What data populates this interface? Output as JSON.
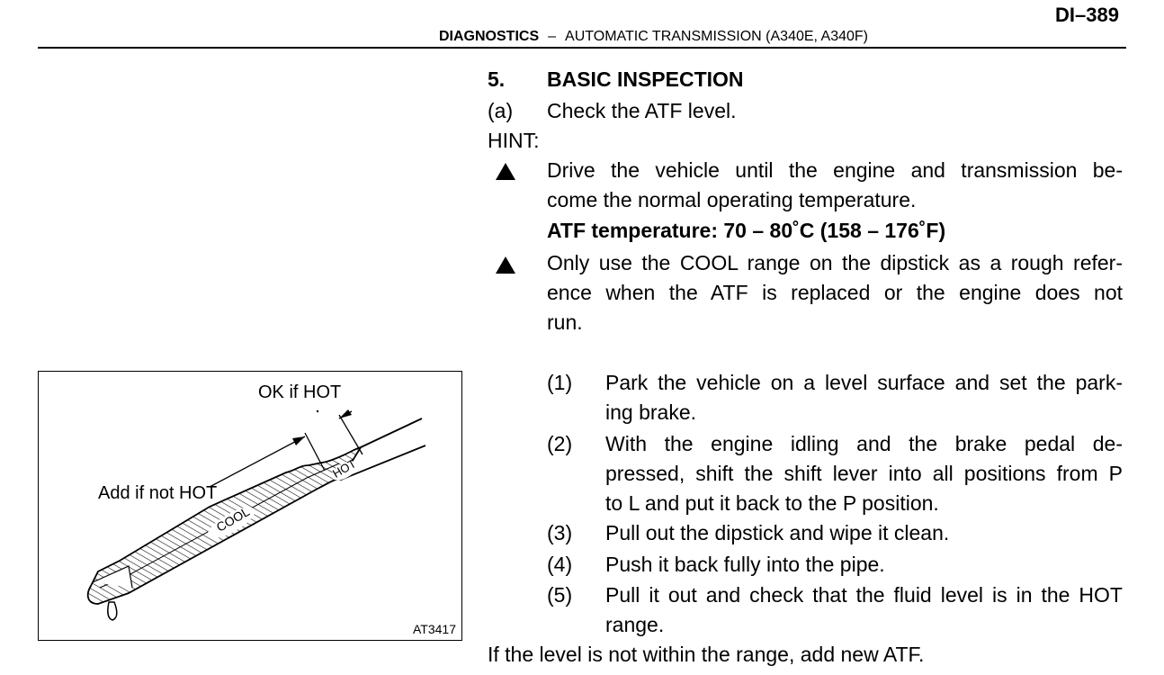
{
  "header": {
    "page_number": "DI–389",
    "section": "DIAGNOSTICS",
    "separator": "–",
    "subtitle": "AUTOMATIC TRANSMISSION (A340E, A340F)"
  },
  "section_heading": {
    "number": "5.",
    "title": "BASIC INSPECTION"
  },
  "step_a": {
    "label": "(a)",
    "text": "Check the ATF level."
  },
  "hint_label": "HINT:",
  "hints": [
    {
      "line1": "Drive the vehicle until the engine and transmission be-",
      "line2": "come the normal operating temperature.",
      "spec": "ATF temperature: 70 – 80˚C (158 – 176˚F)"
    },
    {
      "line1": "Only use the COOL range on the dipstick as a rough refer-",
      "line2": "ence when the ATF is replaced or the engine does not",
      "line3": "run."
    }
  ],
  "steps": [
    {
      "num": "(1)",
      "lines": [
        "Park the vehicle on a level surface and set the park-",
        "ing brake."
      ]
    },
    {
      "num": "(2)",
      "lines": [
        "With the engine idling and the brake pedal de-",
        "pressed, shift the shift lever into all positions from P",
        "to L and put it back to the P position."
      ]
    },
    {
      "num": "(3)",
      "lines": [
        "Pull out the dipstick and wipe it clean."
      ]
    },
    {
      "num": "(4)",
      "lines": [
        "Push it back fully into the pipe."
      ]
    },
    {
      "num": "(5)",
      "lines": [
        "Pull it out and check that the fluid level is in the HOT",
        "range."
      ]
    }
  ],
  "closing": "If the level is not within the range, add new ATF.",
  "figure": {
    "label_ok": "OK if HOT",
    "label_add": "Add if not HOT",
    "label_cool": "COOL",
    "label_hot": "HOT",
    "code": "AT3417"
  }
}
